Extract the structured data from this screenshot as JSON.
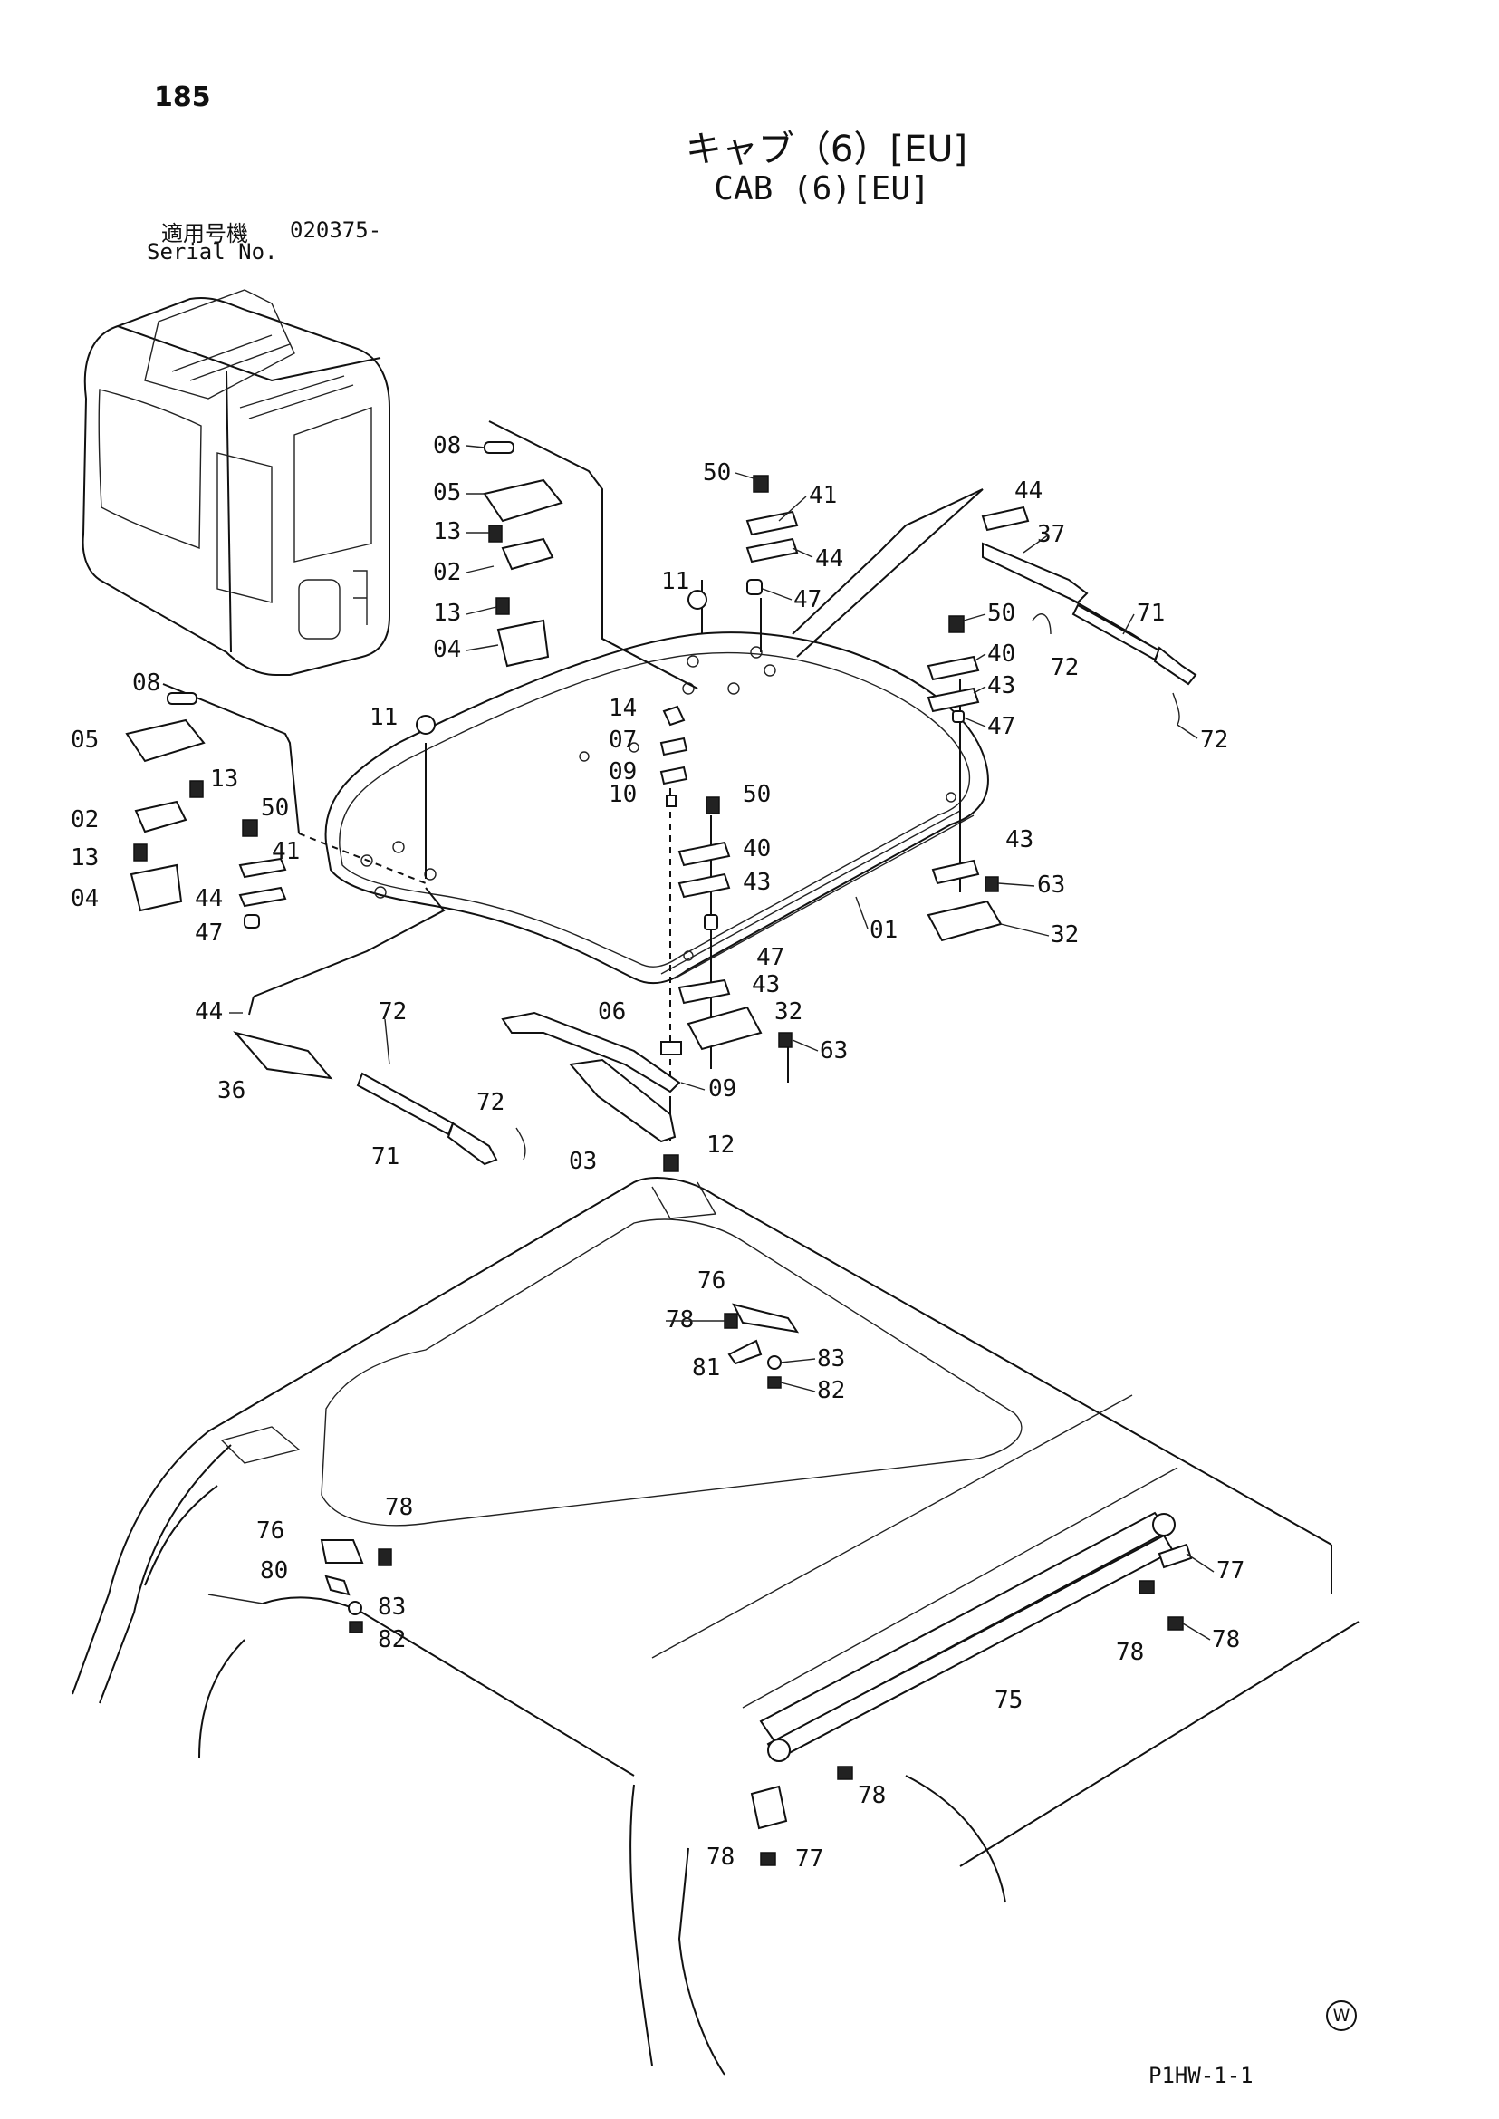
{
  "page_number": "185",
  "title_jp": "キャブ（6）[EU]",
  "title_en": "CAB (6)[EU]",
  "serial": {
    "label_jp": "適用号機",
    "label_en": "Serial No.",
    "value": "020375-"
  },
  "drawing_code": "P1HW-1-1",
  "mark": "W",
  "callouts": [
    "08",
    "05",
    "13",
    "02",
    "13",
    "04",
    "50",
    "41",
    "44",
    "47",
    "11",
    "44",
    "37",
    "71",
    "72",
    "72",
    "50",
    "40",
    "43",
    "47",
    "14",
    "07",
    "09",
    "10",
    "08",
    "05",
    "13",
    "02",
    "13",
    "04",
    "11",
    "50",
    "41",
    "44",
    "47",
    "50",
    "40",
    "43",
    "47",
    "01",
    "43",
    "63",
    "32",
    "43",
    "32",
    "63",
    "06",
    "09",
    "44",
    "72",
    "36",
    "71",
    "72",
    "03",
    "12",
    "76",
    "78",
    "81",
    "83",
    "82",
    "76",
    "78",
    "80",
    "83",
    "82",
    "77",
    "78",
    "78",
    "75",
    "78",
    "77",
    "78"
  ]
}
